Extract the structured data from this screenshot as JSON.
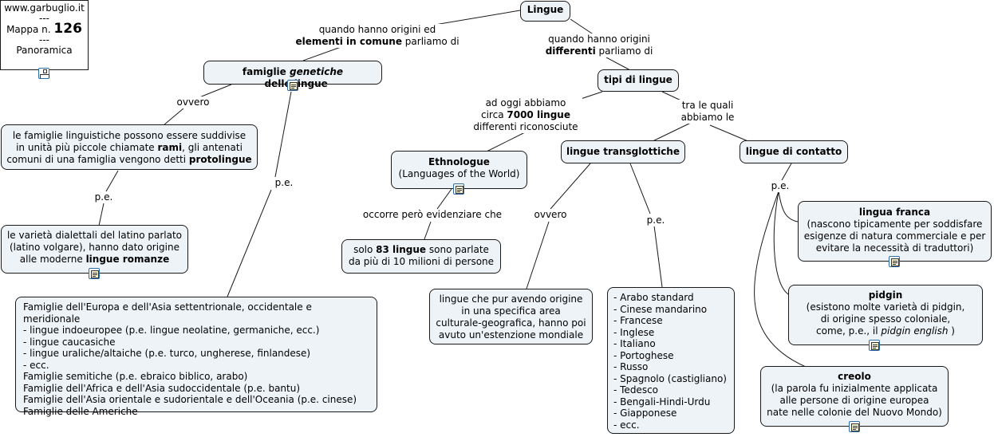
{
  "brand": {
    "site": "www.garbuglio.it",
    "sep": "---",
    "map_label": "Mappa n.",
    "map_number": "126",
    "view": "Panoramica",
    "icon": "hierarchy-icon"
  },
  "nodes": {
    "lingue": "Lingue",
    "famiglie": {
      "pre": "famiglie ",
      "em": "genetiche",
      "post": "  delle lingue"
    },
    "tipi": "tipi di lingue",
    "suddivise": {
      "a": "le famiglie linguistiche possono essere suddivise",
      "b": "in unità più piccole chiamate ",
      "b_bold": "rami",
      "b_post": ", gli antenati",
      "c": "comuni di una famiglia vengono detti ",
      "c_bold": "protolingue"
    },
    "ethnologue": {
      "title": "Ethnologue",
      "sub": "(Languages of the World)"
    },
    "transglottiche": "lingue transglottiche",
    "contatto": "lingue di contatto",
    "varieta": {
      "a": "le varietà dialettali del latino parlato",
      "b": "(latino volgare), hanno dato origine",
      "c": "alle moderne ",
      "c_bold": "lingue romanze"
    },
    "ottantatre": {
      "a_pre": "solo ",
      "a_bold": "83 lingue",
      "a_post": " sono parlate",
      "b": "da più di 10 milioni di persone"
    },
    "franca": {
      "title": "lingua franca",
      "a": "(nascono tipicamente per soddisfare",
      "b": "esigenze di natura commerciale e per",
      "c": "evitare la necessità di traduttori)"
    },
    "pidgin": {
      "title": "pidgin",
      "a": "(esistono molte varietà di pidgin,",
      "b": "di origine spesso coloniale,",
      "c_pre": "come, p.e., il ",
      "c_em": "pidgin english",
      "c_post": " )"
    },
    "creolo": {
      "title": "creolo",
      "a": "(la parola fu inizialmente applicata",
      "b": "alle persone di origine europea",
      "c": "nate nelle colonie del Nuovo Mondo)"
    },
    "transdesc": {
      "a": "lingue che pur avendo origine",
      "b": "in una specifica area",
      "c": "culturale-geografica, hanno poi",
      "d": "avuto un'estenzione mondiale"
    },
    "famiglie_list": [
      "Famiglie dell'Europa e dell'Asia settentrionale, occidentale e meridionale",
      "- lingue indoeuropee (p.e. lingue neolatine, germaniche, ecc.)",
      "- lingue caucasiche",
      "- lingue uraliche/altaiche (p.e. turco, ungherese, finlandese)",
      "- ecc.",
      "Famiglie semitiche (p.e. ebraico biblico, arabo)",
      "Famiglie dell'Africa e dell'Asia sudoccidentale (p.e. bantu)",
      "Famiglie dell'Asia orientale e sudorientale e dell'Oceania (p.e. cinese)",
      "Famiglie delle Americhe"
    ],
    "lingue_list": [
      "- Arabo standard",
      "- Cinese mandarino",
      "- Francese",
      "- Inglese",
      "- Italiano",
      "- Portoghese",
      "- Russo",
      "- Spagnolo (castigliano)",
      "- Tedesco",
      "- Bengali-Hindi-Urdu",
      "- Giapponese",
      "- ecc."
    ]
  },
  "labels": {
    "comune": {
      "a": "quando hanno origini ed",
      "b_bold": "elementi in comune",
      "b_post": " parliamo di"
    },
    "differenti": {
      "a": "quando hanno origini",
      "b_bold": "differenti",
      "b_post": " parliamo di"
    },
    "oggi": {
      "a": "ad oggi abbiamo",
      "b_pre": "circa ",
      "b_bold": "7000 lingue",
      "c": "differenti riconosciute"
    },
    "trale": {
      "a": "tra le quali",
      "b": "abbiamo le"
    },
    "ovvero1": "ovvero",
    "ovvero2": "ovvero",
    "pe1": "p.e.",
    "pe2": "p.e.",
    "pe3": "p.e.",
    "pe4": "p.e.",
    "occorre": "occorre però evidenziare che"
  },
  "colors": {
    "node_fill": "#eef3f7",
    "border": "#1a1a1a",
    "icon_accent": "#2c6fa8"
  }
}
